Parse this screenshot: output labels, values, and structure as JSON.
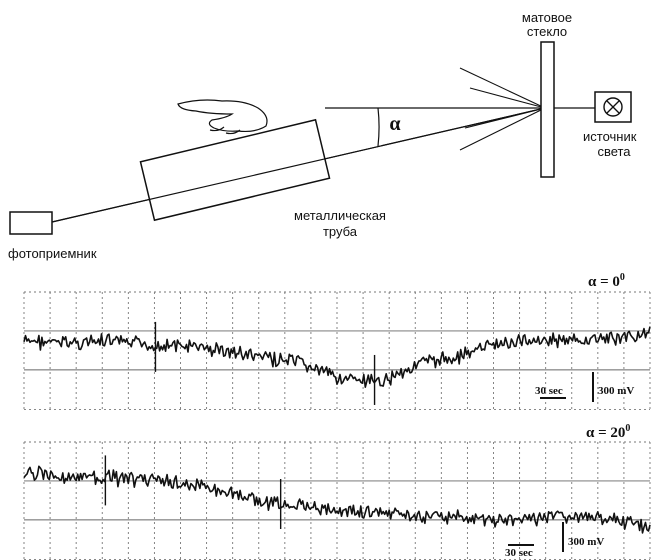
{
  "diagram": {
    "label_matte_glass_line1": "матовое",
    "label_matte_glass_line2": "стекло",
    "label_source_line1": "источник",
    "label_source_line2": "света",
    "label_tube_line1": "металлическая",
    "label_tube_line2": "труба",
    "label_photodetector": "фотоприемник",
    "angle_symbol": "α"
  },
  "plots": [
    {
      "id": "top",
      "alpha_label": "α = 0",
      "alpha_sup": "0",
      "time_scale": "30 sec",
      "voltage_scale": "300 mV",
      "spikes": [
        0.21,
        0.56
      ],
      "baseline": [
        0.42,
        0.43,
        0.42,
        0.44,
        0.46,
        0.49,
        0.55,
        0.6,
        0.72,
        0.78,
        0.62,
        0.55,
        0.45,
        0.4,
        0.42,
        0.39,
        0.35
      ]
    },
    {
      "id": "bottom",
      "alpha_label": "α = 20",
      "alpha_sup": "0",
      "time_scale": "30 sec",
      "voltage_scale": "300 mV",
      "spikes": [
        0.13,
        0.41
      ],
      "baseline": [
        0.25,
        0.3,
        0.3,
        0.32,
        0.35,
        0.4,
        0.5,
        0.55,
        0.58,
        0.6,
        0.62,
        0.64,
        0.66,
        0.65,
        0.62,
        0.66,
        0.72
      ]
    }
  ]
}
